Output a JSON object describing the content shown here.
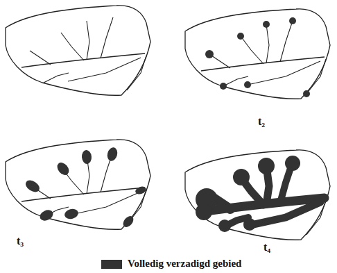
{
  "diagram": {
    "labels": [
      "t₂",
      "t₃",
      "t₄"
    ],
    "legend": [
      {
        "text": "Volledig verzadigd gebied",
        "color": "#333333"
      }
    ]
  }
}
